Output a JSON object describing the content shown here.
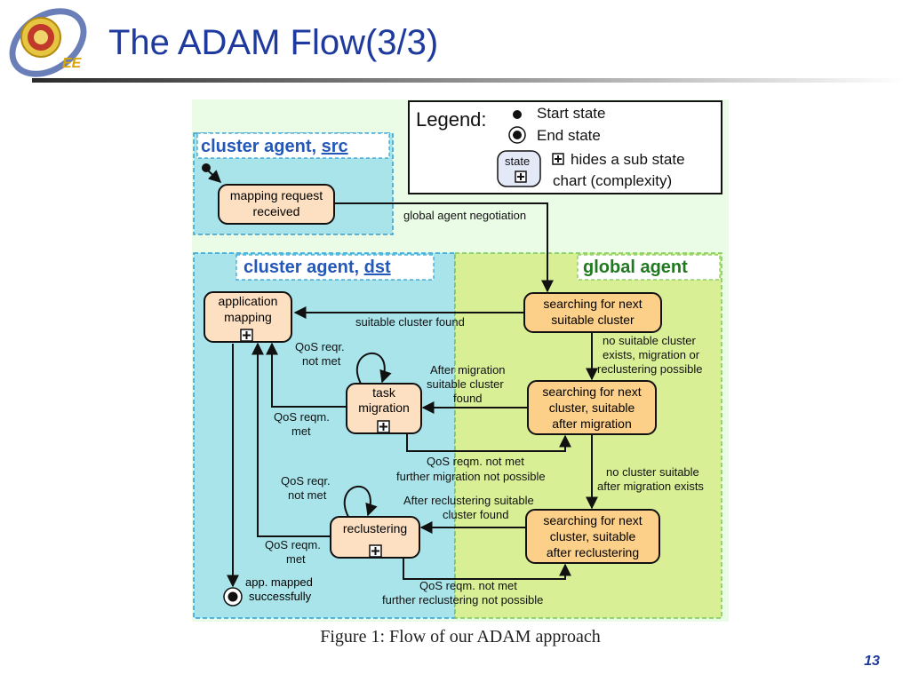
{
  "slide": {
    "title": "The ADAM Flow(3/3)",
    "page_number": "13",
    "logo_text": "EE"
  },
  "figure": {
    "caption": "Figure 1: Flow of our ADAM approach",
    "legend": {
      "title": "Legend:",
      "start_state": "Start state",
      "end_state": "End state",
      "state_box": "state",
      "hides_line1": "hides a sub state",
      "hides_line2": "chart (complexity)"
    },
    "regions": {
      "src_label_text": "cluster agent, ",
      "src_label_link": "src",
      "dst_label_text": "cluster agent, ",
      "dst_label_link": "dst",
      "global_label": "global agent"
    },
    "states": {
      "mapping_request": [
        "mapping request",
        "received"
      ],
      "application_mapping": [
        "application",
        "mapping"
      ],
      "task_migration": [
        "task",
        "migration"
      ],
      "reclustering": [
        "reclustering"
      ],
      "search_next": [
        "searching for next",
        "suitable cluster"
      ],
      "search_migration": [
        "searching for next",
        "cluster, suitable",
        "after migration"
      ],
      "search_reclustering": [
        "searching for next",
        "cluster, suitable",
        "after reclustering"
      ],
      "end": [
        "app. mapped",
        "successfully"
      ]
    },
    "transitions": {
      "global_negotiation": "global agent negotiation",
      "suitable_found": "suitable cluster found",
      "no_suitable": [
        "no suitable cluster",
        "exists, migration or",
        "reclustering possible"
      ],
      "after_migration_found": [
        "After migration",
        "suitable cluster",
        "found"
      ],
      "qos_not_met_1": [
        "QoS reqr.",
        "not met"
      ],
      "qos_met_1": [
        "QoS reqm.",
        "met"
      ],
      "qos_not_met_further_migration": [
        "QoS reqm. not met",
        "further migration not possible"
      ],
      "no_cluster_after_migration": [
        "no cluster suitable",
        "after migration exists"
      ],
      "after_reclustering_found": [
        "After reclustering suitable",
        "cluster found"
      ],
      "qos_not_met_2": [
        "QoS reqr.",
        "not met"
      ],
      "qos_met_2": [
        "QoS reqm.",
        "met"
      ],
      "qos_not_met_further_reclustering": [
        "QoS reqm. not met",
        "further reclustering not possible"
      ]
    }
  }
}
